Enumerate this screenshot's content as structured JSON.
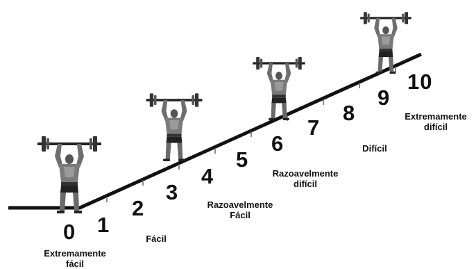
{
  "scale": {
    "numbers": [
      "0",
      "1",
      "2",
      "3",
      "4",
      "5",
      "6",
      "7",
      "8",
      "9",
      "10"
    ],
    "labels": {
      "extremely_easy_1": "Extremamente",
      "extremely_easy_2": "fácil",
      "easy": "Fácil",
      "moderately_easy_1": "Razoavelmente",
      "moderately_easy_2": "Fácil",
      "moderately_hard_1": "Razoavelmente",
      "moderately_hard_2": "difícil",
      "hard": "Difícil",
      "extremely_hard_1": "Extremamente",
      "extremely_hard_2": "difícil"
    }
  },
  "icons": [
    "weightlifter-icon",
    "weightlifter-icon",
    "weightlifter-icon",
    "weightlifter-icon",
    "weightlifter-icon"
  ],
  "colors": {
    "ink": "#111111",
    "background": "#ffffff"
  }
}
